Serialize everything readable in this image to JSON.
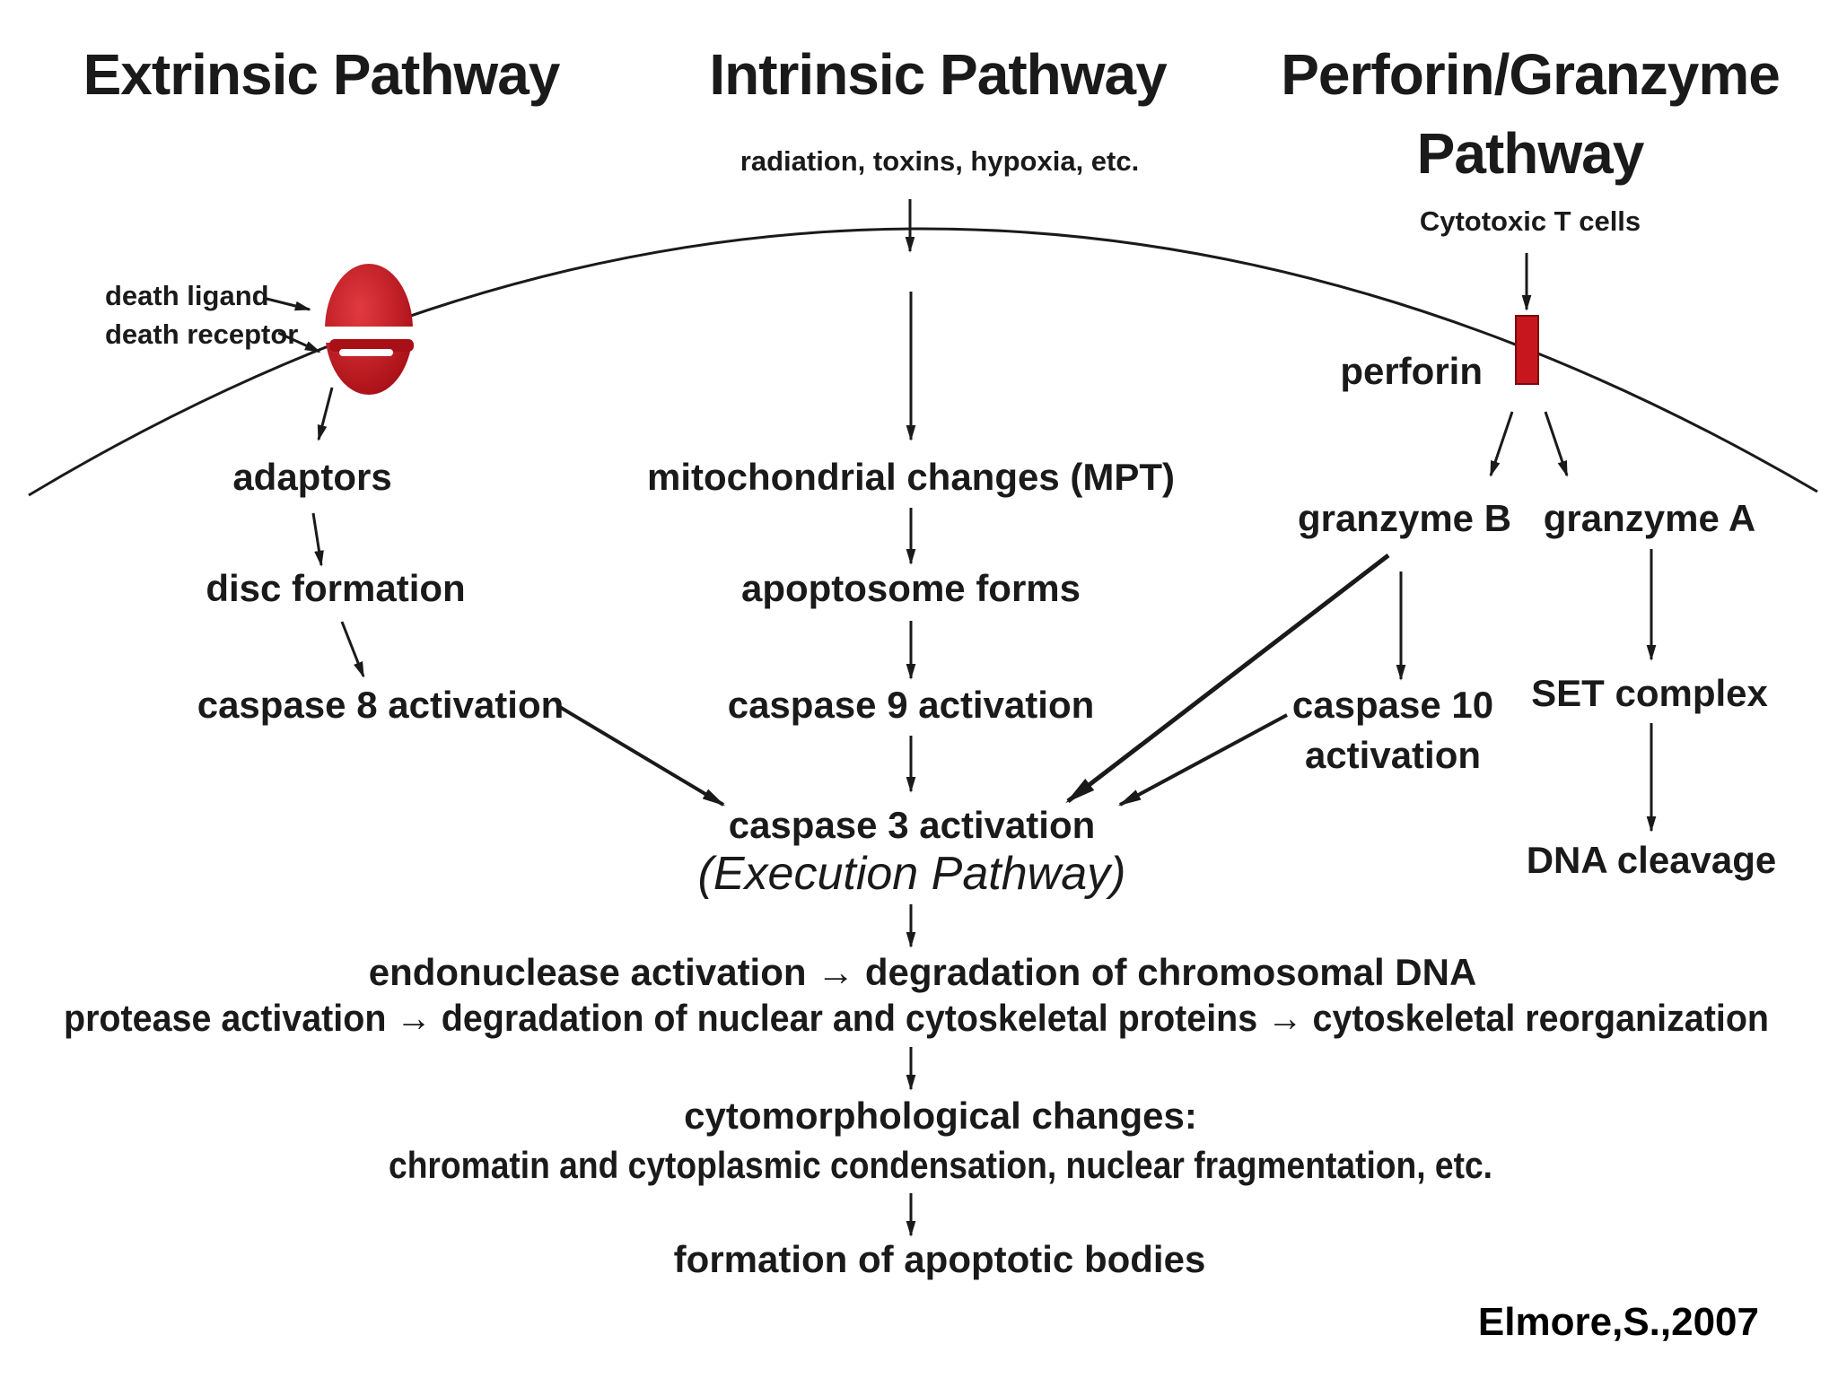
{
  "titles": {
    "extrinsic": "Extrinsic Pathway",
    "intrinsic": "Intrinsic Pathway",
    "perforin_line1": "Perforin/Granzyme",
    "perforin_line2": "Pathway"
  },
  "extrinsic": {
    "death_ligand": "death ligand",
    "death_receptor": "death receptor",
    "steps": [
      "adaptors",
      "disc formation",
      "caspase 8 activation"
    ]
  },
  "intrinsic": {
    "trigger": "radiation, toxins, hypoxia, etc.",
    "steps": [
      "mitochondrial changes (MPT)",
      "apoptosome forms",
      "caspase 9 activation"
    ]
  },
  "perforin": {
    "trigger": "Cytotoxic T cells",
    "perforin_label": "perforin",
    "granzyme_b": "granzyme B",
    "granzyme_a": "granzyme A",
    "caspase10_line1": "caspase 10",
    "caspase10_line2": "activation",
    "set_complex": "SET complex",
    "dna_cleavage": "DNA cleavage"
  },
  "execution": {
    "caspase3": "caspase 3 activation",
    "label": "(Execution Pathway)",
    "line1": "endonuclease activation → degradation of chromosomal DNA",
    "line2": "protease activation → degradation of nuclear and cytoskeletal proteins → cytoskeletal reorganization",
    "morph_line1": "cytomorphological changes:",
    "morph_line2": "chromatin and cytoplasmic condensation, nuclear fragmentation, etc.",
    "final": "formation of apoptotic bodies"
  },
  "citation": "Elmore,S.,2007",
  "colors": {
    "receptor_fill": "#c8161e",
    "perforin_fill": "#c8161e",
    "line": "#1a1a1a"
  }
}
